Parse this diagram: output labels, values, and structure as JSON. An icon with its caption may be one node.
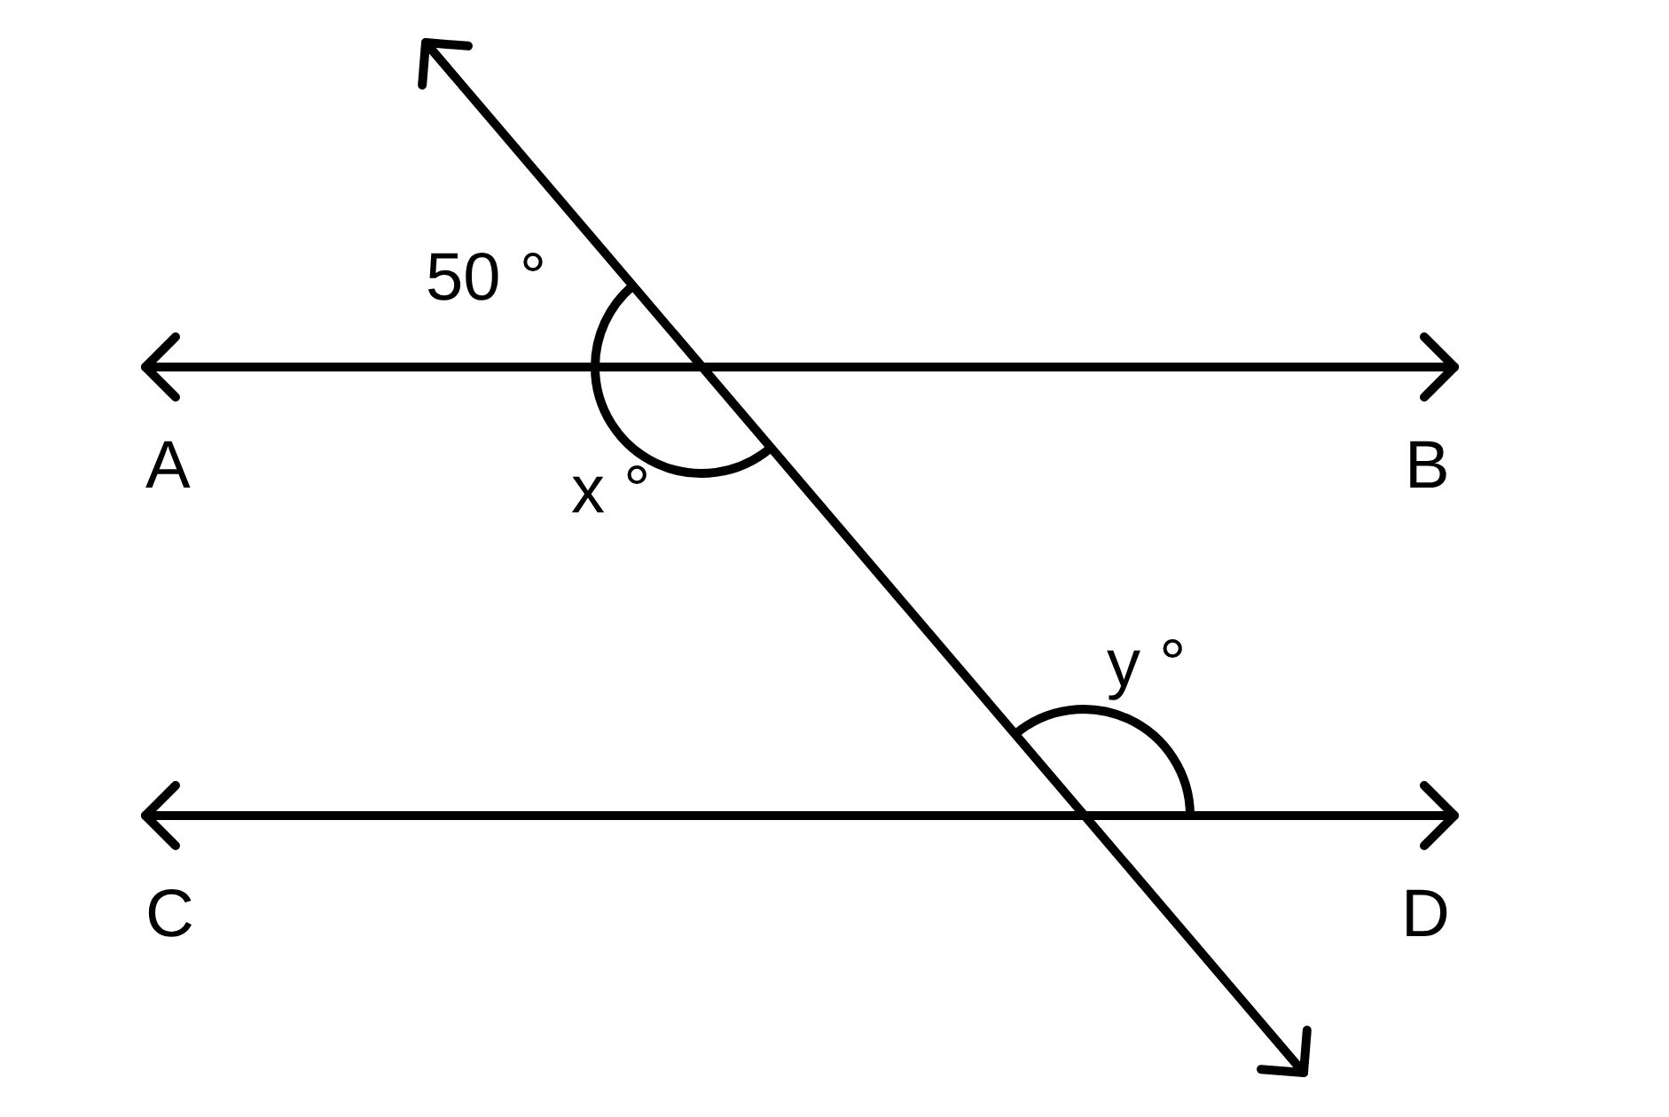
{
  "diagram": {
    "labels": [
      "50 °",
      "A",
      "B",
      "x °",
      "y °",
      "C",
      "D"
    ]
  }
}
